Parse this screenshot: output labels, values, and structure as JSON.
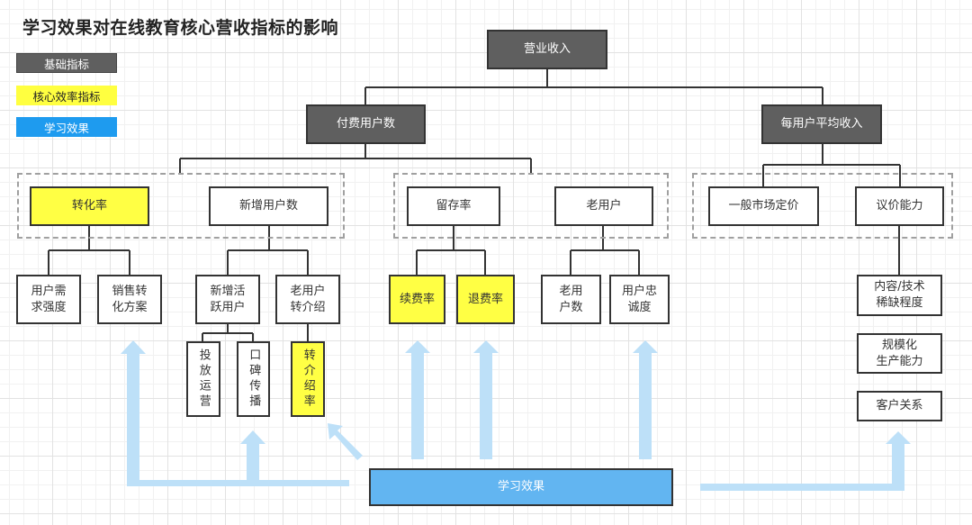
{
  "title": "学习效果对在线教育核心营收指标的影响",
  "legend": {
    "basic": "基础指标",
    "core": "核心效率指标",
    "learning": "学习效果"
  },
  "colors": {
    "basic": "#5f5f5f",
    "core": "#ffff44",
    "learning": "#1e9bef",
    "learning_box": "#62b5f1",
    "arrow": "#bde0f8"
  },
  "nodes": {
    "revenue": "营业收入",
    "paying_users": "付费用户数",
    "arpu": "每用户平均收入",
    "conversion_rate": "转化率",
    "new_users": "新增用户数",
    "retention_rate": "留存率",
    "old_users": "老用户",
    "market_pricing": "一般市场定价",
    "bargaining_power": "议价能力",
    "demand_strength": "用户需\n求强度",
    "sales_plan": "销售转\n化方案",
    "new_active_users": "新增活\n跃用户",
    "referral": "老用户\n转介绍",
    "ad_operation": "投放运营",
    "word_of_mouth": "口碑传播",
    "referral_rate": "转介绍率",
    "renewal_rate": "续费率",
    "refund_rate": "退费率",
    "old_user_count": "老用\n户数",
    "loyalty": "用户忠\n诚度",
    "scarcity": "内容/技术\n稀缺程度",
    "scale_production": "规模化\n生产能力",
    "customer_relation": "客户关系",
    "learning_effect": "学习效果"
  }
}
